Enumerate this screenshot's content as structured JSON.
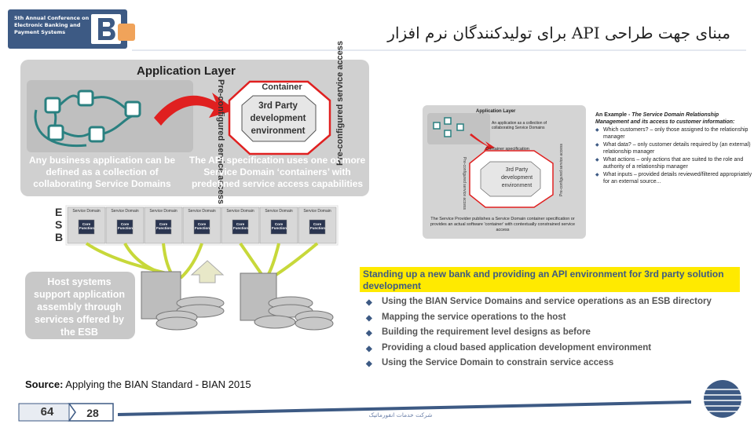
{
  "header": {
    "conference_logo_text": "5th Annual Conference on Electronic Banking and Payment Systems",
    "title": "مبنای جهت طراحی API برای تولیدکنندگان نرم افزار"
  },
  "diagram_left": {
    "app_layer_title": "Application Layer",
    "container_label": "Container",
    "dev_env_label": "3rd Party development environment",
    "preconfig_left": "Pre-configured service access",
    "preconfig_right": "Pre-configured service access",
    "caption_left": "Any business application can be defined as a collection of collaborating Service Domains",
    "caption_right": "The API specification uses one or more Service Domain ‘containers’ with predefined service access capabilities",
    "esb_letters": [
      "E",
      "S",
      "B"
    ],
    "service_domain_label": "Service Domain",
    "core_function_label": "Core Function",
    "host_text": "Host systems support application assembly through services offered by the ESB"
  },
  "diagram_right": {
    "title": "Application Layer",
    "note": "An application as a collection of collaborating Service Domains",
    "container_spec": "Container specification",
    "dev_env": "3rd Party development environment",
    "preconfig": "Pre-configured service access",
    "caption": "The Service Provider publishes a Service Domain container specification or provides an actual software 'container' with contextually constrained service access"
  },
  "example": {
    "heading_prefix": "An Example - ",
    "heading_italic": "The Service Domain Relationship Management and its access to customer information:",
    "items": [
      "Which customers? – only those assigned to the relationship manager",
      "What data? – only customer details required by (an external) relationship manager",
      "What actions – only actions that are suited to the role and authority of a relationship manager",
      "What inputs – provided details reviewed/filtered appropriately for an external source..."
    ]
  },
  "standing_up": {
    "highlight": "Standing up a new bank and providing an API environment for 3rd party solution development",
    "bullets": [
      "Using the BIAN Service Domains and service operations as an ESB directory",
      "Mapping the service operations to the host",
      "Building the requirement level designs as before",
      "Providing a cloud based application development environment",
      "Using the Service Domain to constrain service access"
    ]
  },
  "footer": {
    "source_label": "Source:",
    "source_text": " Applying the BIAN Standard - BIAN 2015",
    "page_main": "64",
    "page_sub": "28",
    "company": "شرکت خدمات انفورماتیک"
  },
  "colors": {
    "brand_blue": "#3d5a84",
    "highlight_yellow": "#ffea00",
    "accent_red": "#e02020",
    "diagram_gray": "#cfcfcf"
  }
}
